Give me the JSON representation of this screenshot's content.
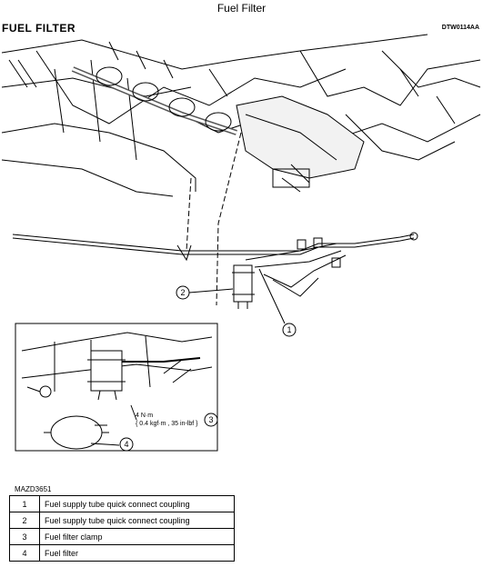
{
  "page_title": "Fuel Filter",
  "section_title": "FUEL FILTER",
  "figure_code": "DTW0114AA",
  "callouts": [
    "1",
    "2",
    "3",
    "4"
  ],
  "torque_spec": {
    "line1": "4 N·m",
    "line2": "{ 0.4 kgf·m , 35 in-lbf }"
  },
  "caption_code": "MAZD3651",
  "legend": [
    {
      "num": "1",
      "label": "Fuel supply tube quick connect coupling"
    },
    {
      "num": "2",
      "label": "Fuel supply tube quick connect coupling"
    },
    {
      "num": "3",
      "label": "Fuel filter clamp"
    },
    {
      "num": "4",
      "label": "Fuel filter"
    }
  ]
}
